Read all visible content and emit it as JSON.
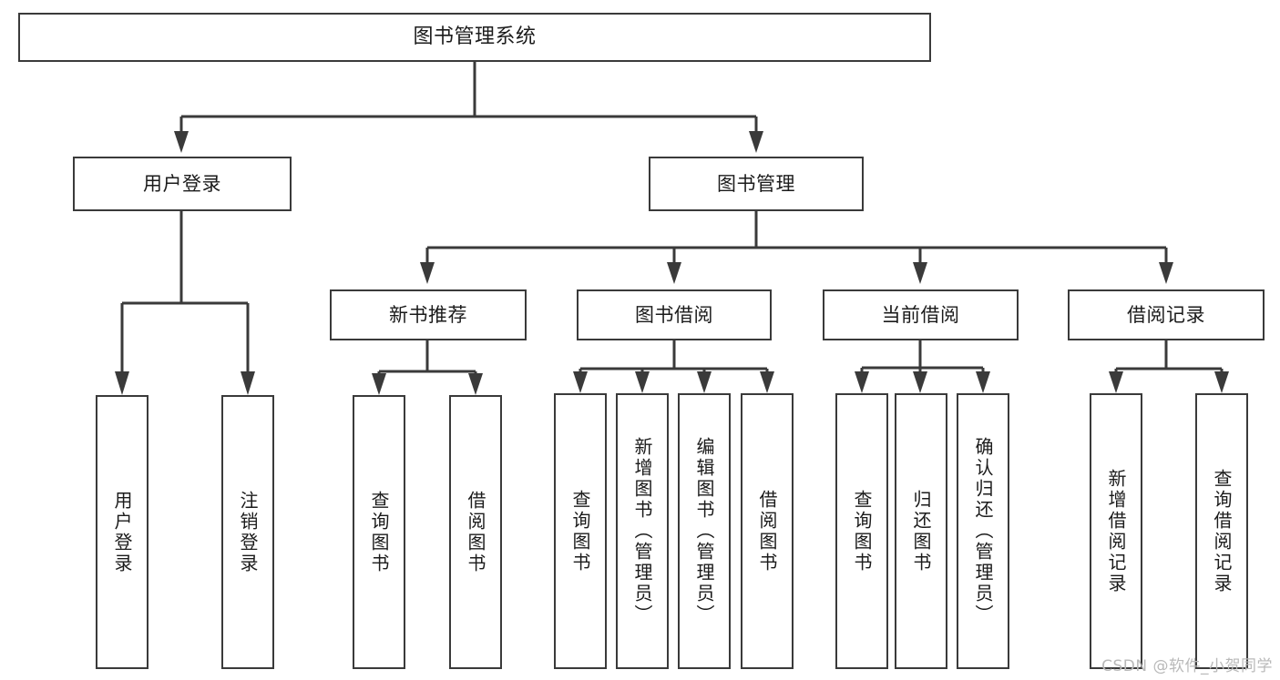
{
  "diagram": {
    "title": "图书管理系统",
    "type": "functional-structure-tree",
    "root": {
      "label": "图书管理系统"
    },
    "level1": [
      {
        "label": "用户登录"
      },
      {
        "label": "图书管理"
      }
    ],
    "level2": [
      {
        "label": "新书推荐"
      },
      {
        "label": "图书借阅"
      },
      {
        "label": "当前借阅"
      },
      {
        "label": "借阅记录"
      }
    ],
    "leaves": {
      "user_login": [
        {
          "label": "用户登录"
        },
        {
          "label": "注销登录"
        }
      ],
      "new_book_recommend": [
        {
          "label": "查询图书"
        },
        {
          "label": "借阅图书"
        }
      ],
      "book_borrow": [
        {
          "label": "查询图书"
        },
        {
          "label": "新增图书（管理员）"
        },
        {
          "label": "编辑图书（管理员）"
        },
        {
          "label": "借阅图书"
        }
      ],
      "current_borrow": [
        {
          "label": "查询图书"
        },
        {
          "label": "归还图书"
        },
        {
          "label": "确认归还（管理员）"
        }
      ],
      "borrow_record": [
        {
          "label": "新增借阅记录"
        },
        {
          "label": "查询借阅记录"
        }
      ]
    }
  },
  "watermark": {
    "text": "CSDN @软件_小贺同学"
  },
  "style": {
    "line_color": "#3a3a3a",
    "box_fill": "#ffffff",
    "text_color": "#1b1b1b"
  }
}
